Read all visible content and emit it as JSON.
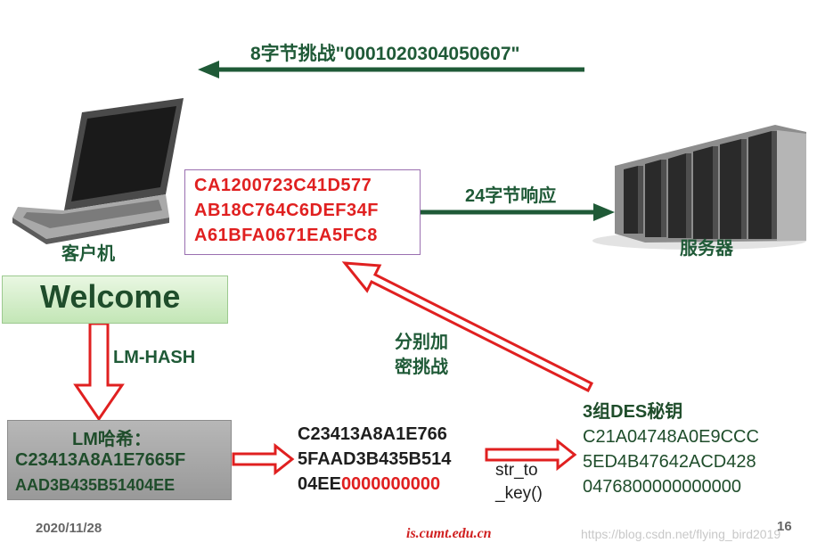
{
  "challenge": {
    "text": "8字节挑战\"0001020304050607\""
  },
  "client": {
    "label": "客户机"
  },
  "server": {
    "label": "服务器"
  },
  "response": {
    "label": "24字节响应",
    "lines": [
      "CA1200723C41D577",
      "AB18C764C6DEF34F",
      "A61BFA0671EA5FC8"
    ]
  },
  "welcome": {
    "text": "Welcome"
  },
  "lm_hash_step": {
    "label": "LM-HASH"
  },
  "lm_hash_box": {
    "title": "LM哈希：",
    "line1": "C23413A8A1E7665F",
    "line2": "AAD3B435B51404EE"
  },
  "padded": {
    "line1": "C23413A8A1E766",
    "line2": "5FAAD3B435B514",
    "line3_prefix": "04EE",
    "line3_padding": "0000000000"
  },
  "str_to_key": {
    "line1": "str_to",
    "line2": "_key()"
  },
  "encrypt": {
    "line1": "分别加",
    "line2": "密挑战"
  },
  "des_keys": {
    "title": "3组DES秘钥",
    "key1": "C21A04748A0E9CCC",
    "key2": "5ED4B47642ACD428",
    "key3": "0476800000000000"
  },
  "footer": {
    "date": "2020/11/28",
    "site": "is.cumt.edu.cn",
    "page": "16",
    "watermark": "https://blog.csdn.net/flying_bird2019"
  },
  "colors": {
    "arrow_green": "#1f5a37",
    "red": "#e02020",
    "text_green": "#1f4d2b"
  }
}
